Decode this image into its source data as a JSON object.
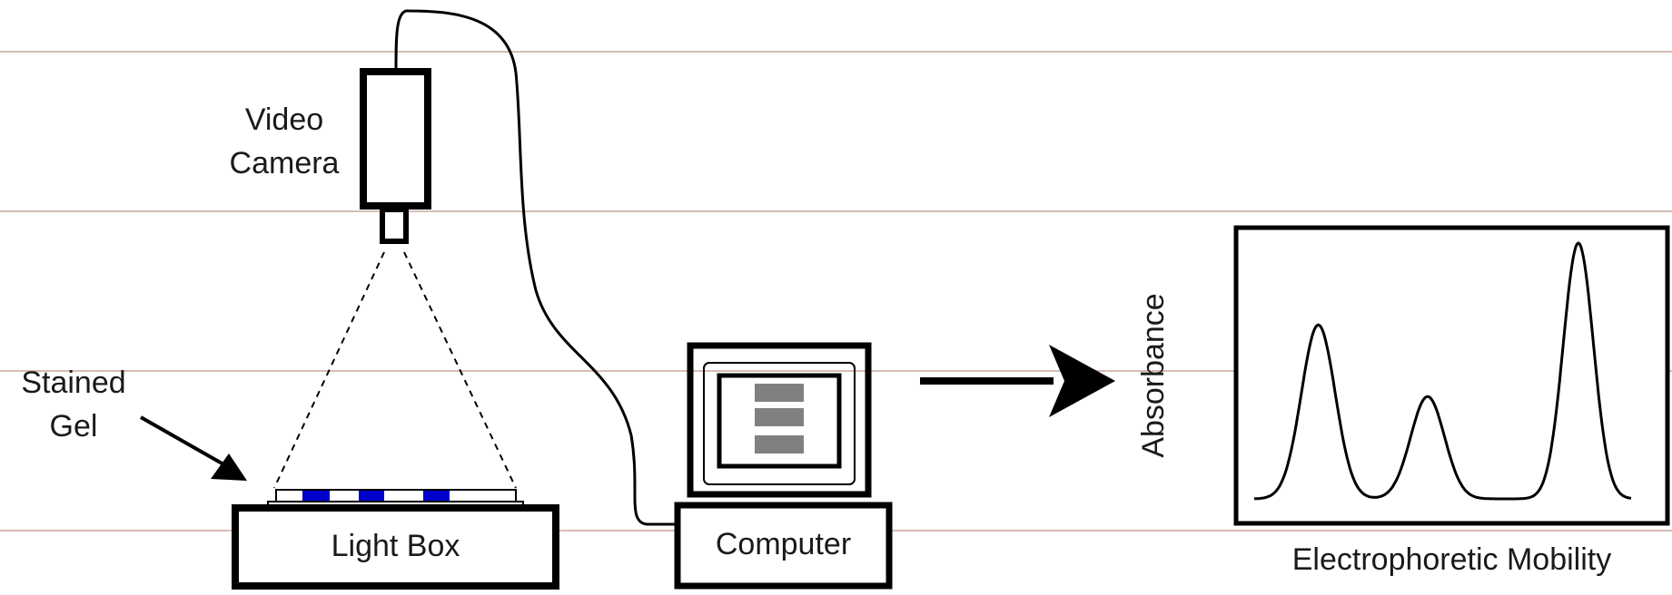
{
  "labels": {
    "video_camera": [
      "Video",
      "Camera"
    ],
    "stained_gel": [
      "Stained",
      "Gel"
    ],
    "light_box": "Light Box",
    "computer": "Computer",
    "y_axis": "Absorbance",
    "x_axis": "Electrophoretic Mobility"
  },
  "colors": {
    "ink": "#000000",
    "gel_band": "#0000cc",
    "screen_bar": "#808080",
    "rule_line": "#c8a79a"
  },
  "chart_data": {
    "type": "line",
    "title": "",
    "xlabel": "Electrophoretic Mobility",
    "ylabel": "Absorbance",
    "grid": false,
    "peaks": [
      {
        "position": 0.17,
        "height": 0.68
      },
      {
        "position": 0.46,
        "height": 0.4
      },
      {
        "position": 0.86,
        "height": 1.0
      }
    ]
  }
}
